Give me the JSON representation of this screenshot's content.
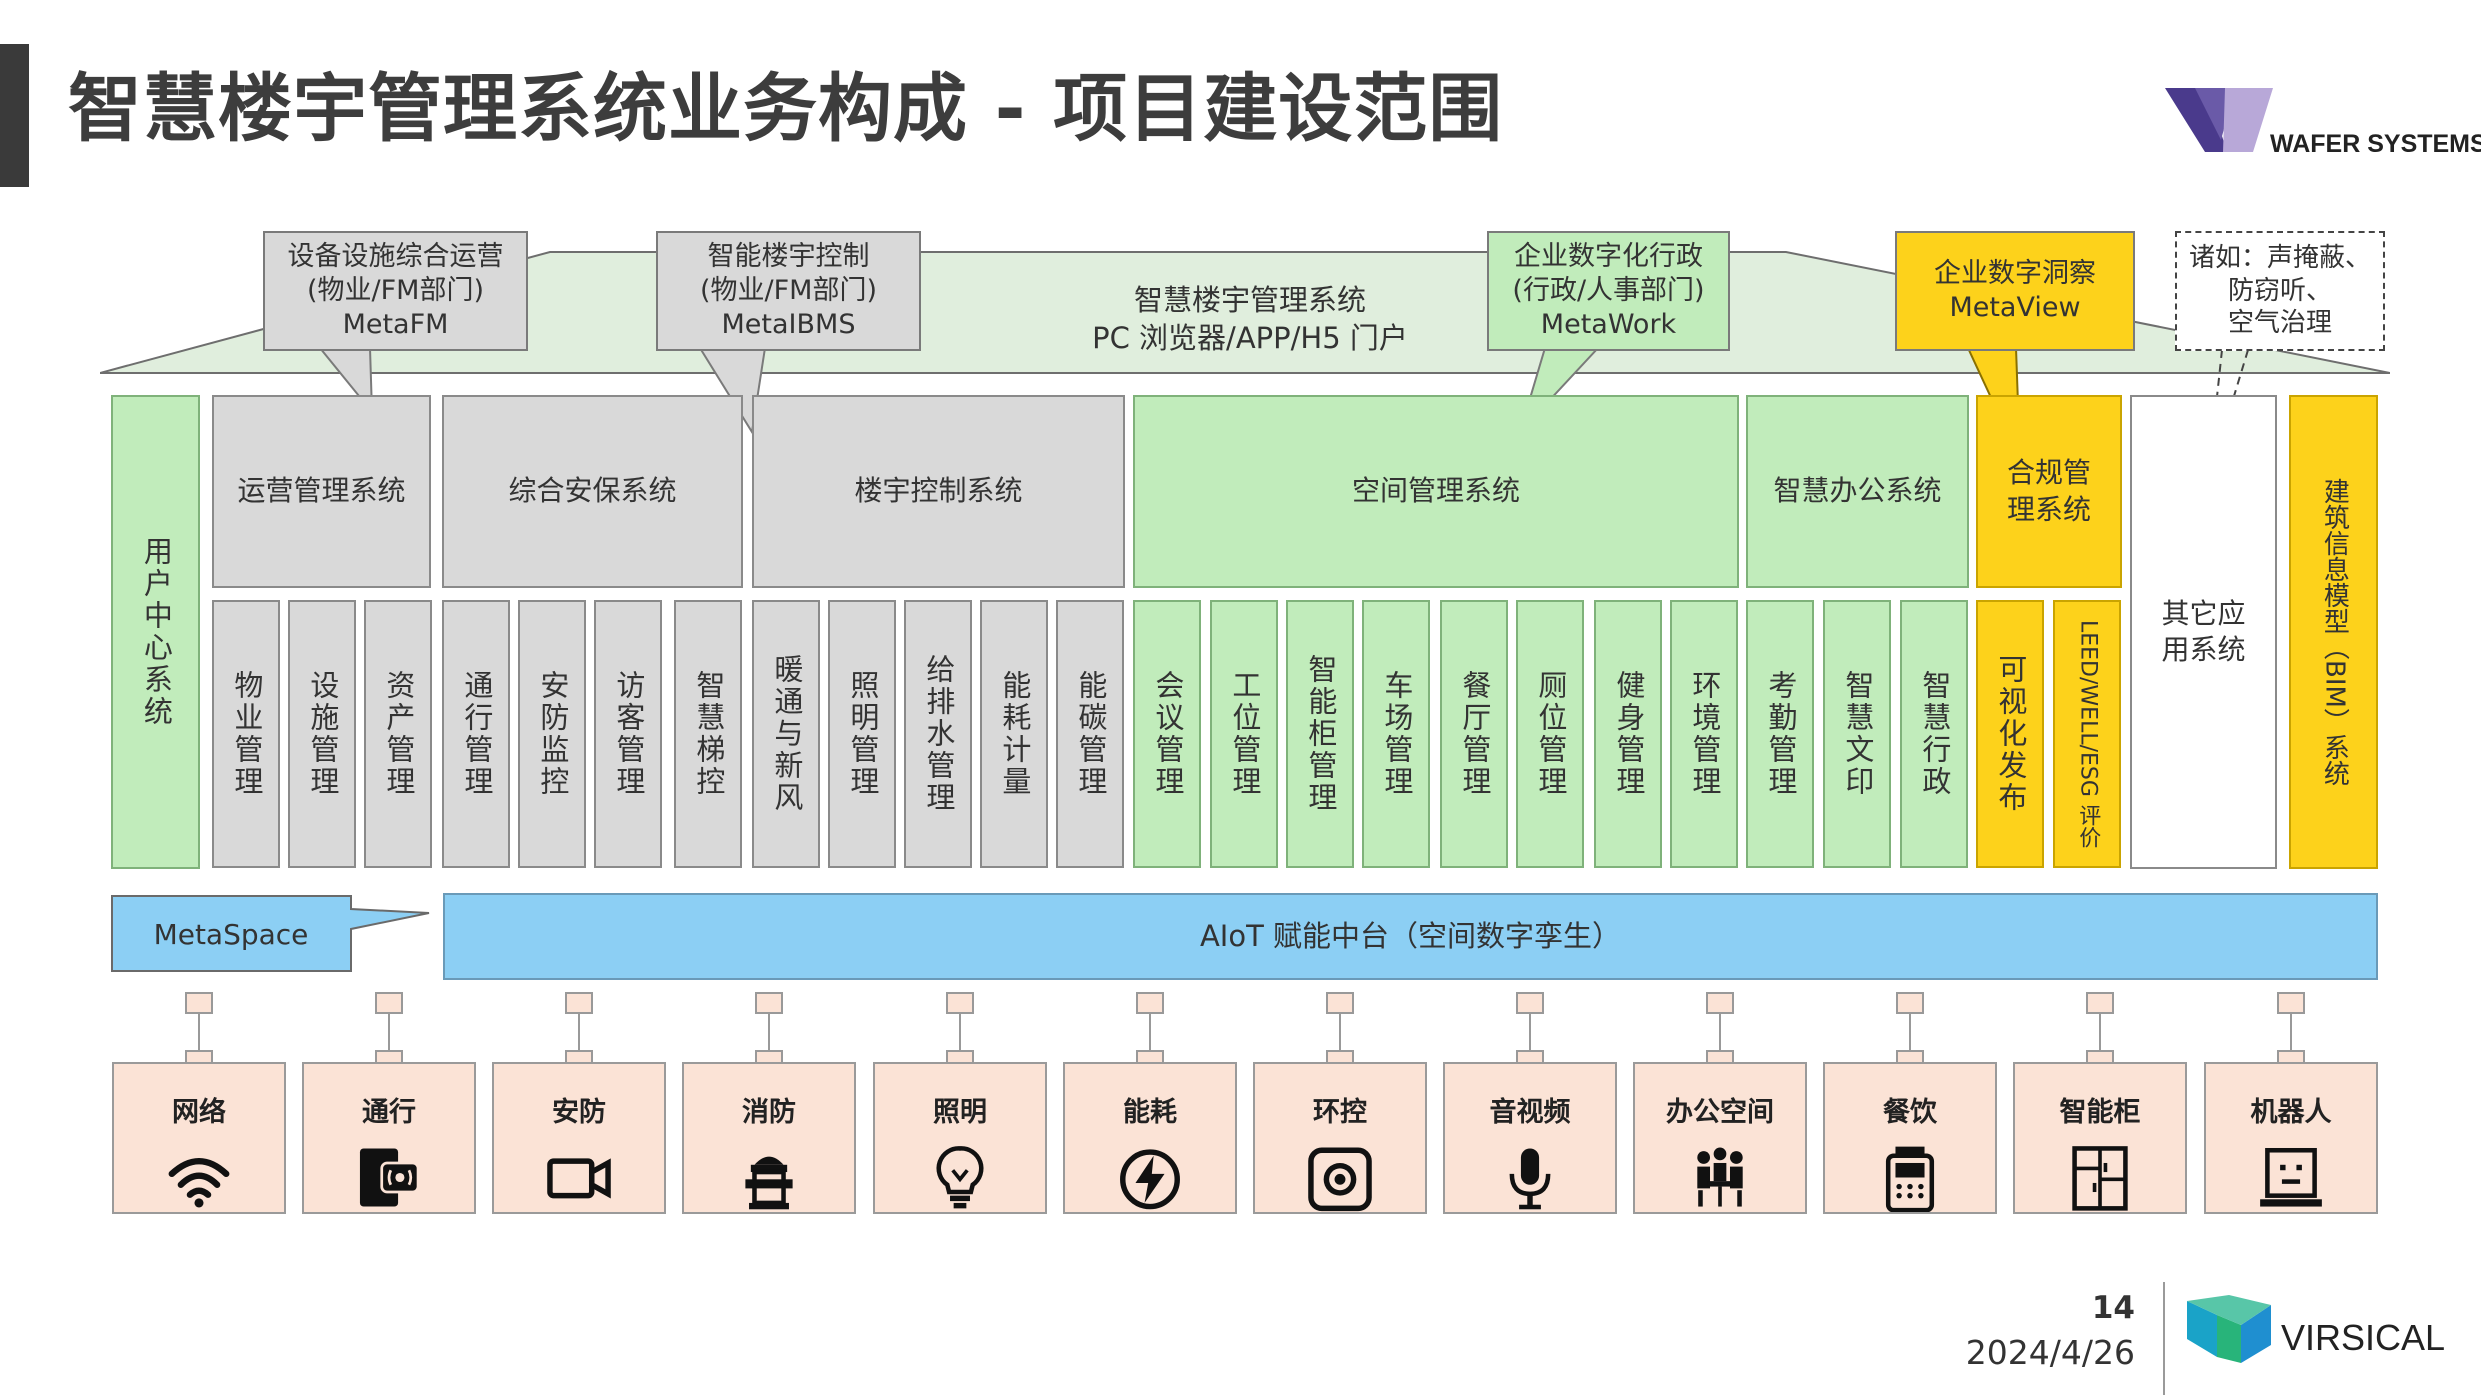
{
  "title": "智慧楼宇管理系统业务构成 - 项目建设范围",
  "logo_top": {
    "text": "WAFER SYSTEMS"
  },
  "portal": {
    "line1": "智慧楼宇管理系统",
    "line2": "PC 浏览器/APP/H5 门户"
  },
  "callouts": {
    "fm": [
      "设备设施综合运营",
      "(物业/FM部门)",
      "MetaFM"
    ],
    "bms": [
      "智能楼宇控制",
      "(物业/FM部门)",
      "MetaIBMS"
    ],
    "work": [
      "企业数字化行政",
      "(行政/人事部门)",
      "MetaWork"
    ],
    "view": [
      "企业数字洞察",
      "MetaView"
    ],
    "other": [
      "诸如：声掩蔽、",
      "防窃听、",
      "空气治理"
    ]
  },
  "user_center": "用户中心系统",
  "systems": {
    "ops": "运营管理系统",
    "security": "综合安保系统",
    "building": "楼宇控制系统",
    "space": "空间管理系统",
    "office": "智慧办公系统",
    "compliance": "合规管理系统",
    "other": "其它应用系统",
    "bim": "建筑信息模型（BIM）系统"
  },
  "modules_gray": [
    "物业管理",
    "设施管理",
    "资产管理",
    "通行管理",
    "安防监控",
    "访客管理",
    "智慧梯控",
    "暖通与新风",
    "照明管理",
    "给排水管理",
    "能耗计量",
    "能碳管理"
  ],
  "modules_green": [
    "会议管理",
    "工位管理",
    "智能柜管理",
    "车场管理",
    "餐厅管理",
    "厕位管理",
    "健身管理",
    "环境管理",
    "考勤管理",
    "智慧文印",
    "智慧行政"
  ],
  "modules_yellow": [
    "可视化发布",
    "LEED/WELL/ESG 评价"
  ],
  "metaspace": "MetaSpace",
  "aiot": "AIoT 赋能中台（空间数字孪生）",
  "devices": [
    {
      "label": "网络",
      "icon": "wifi-icon"
    },
    {
      "label": "通行",
      "icon": "access-card-icon"
    },
    {
      "label": "安防",
      "icon": "camera-icon"
    },
    {
      "label": "消防",
      "icon": "hydrant-icon"
    },
    {
      "label": "照明",
      "icon": "bulb-icon"
    },
    {
      "label": "能耗",
      "icon": "energy-icon"
    },
    {
      "label": "环控",
      "icon": "thermostat-icon"
    },
    {
      "label": "音视频",
      "icon": "microphone-icon"
    },
    {
      "label": "办公空间",
      "icon": "meeting-icon"
    },
    {
      "label": "餐饮",
      "icon": "pos-terminal-icon"
    },
    {
      "label": "智能柜",
      "icon": "locker-icon"
    },
    {
      "label": "机器人",
      "icon": "robot-icon"
    }
  ],
  "page_number": "14",
  "date": "2024/4/26",
  "logo_bottom": {
    "text": "VIRSICAL"
  },
  "colors": {
    "gray": "#d9d9d9",
    "green": "#c1ecbb",
    "yellow": "#fdd21b",
    "blue": "#8ccff4",
    "device": "#fbe3d6"
  }
}
